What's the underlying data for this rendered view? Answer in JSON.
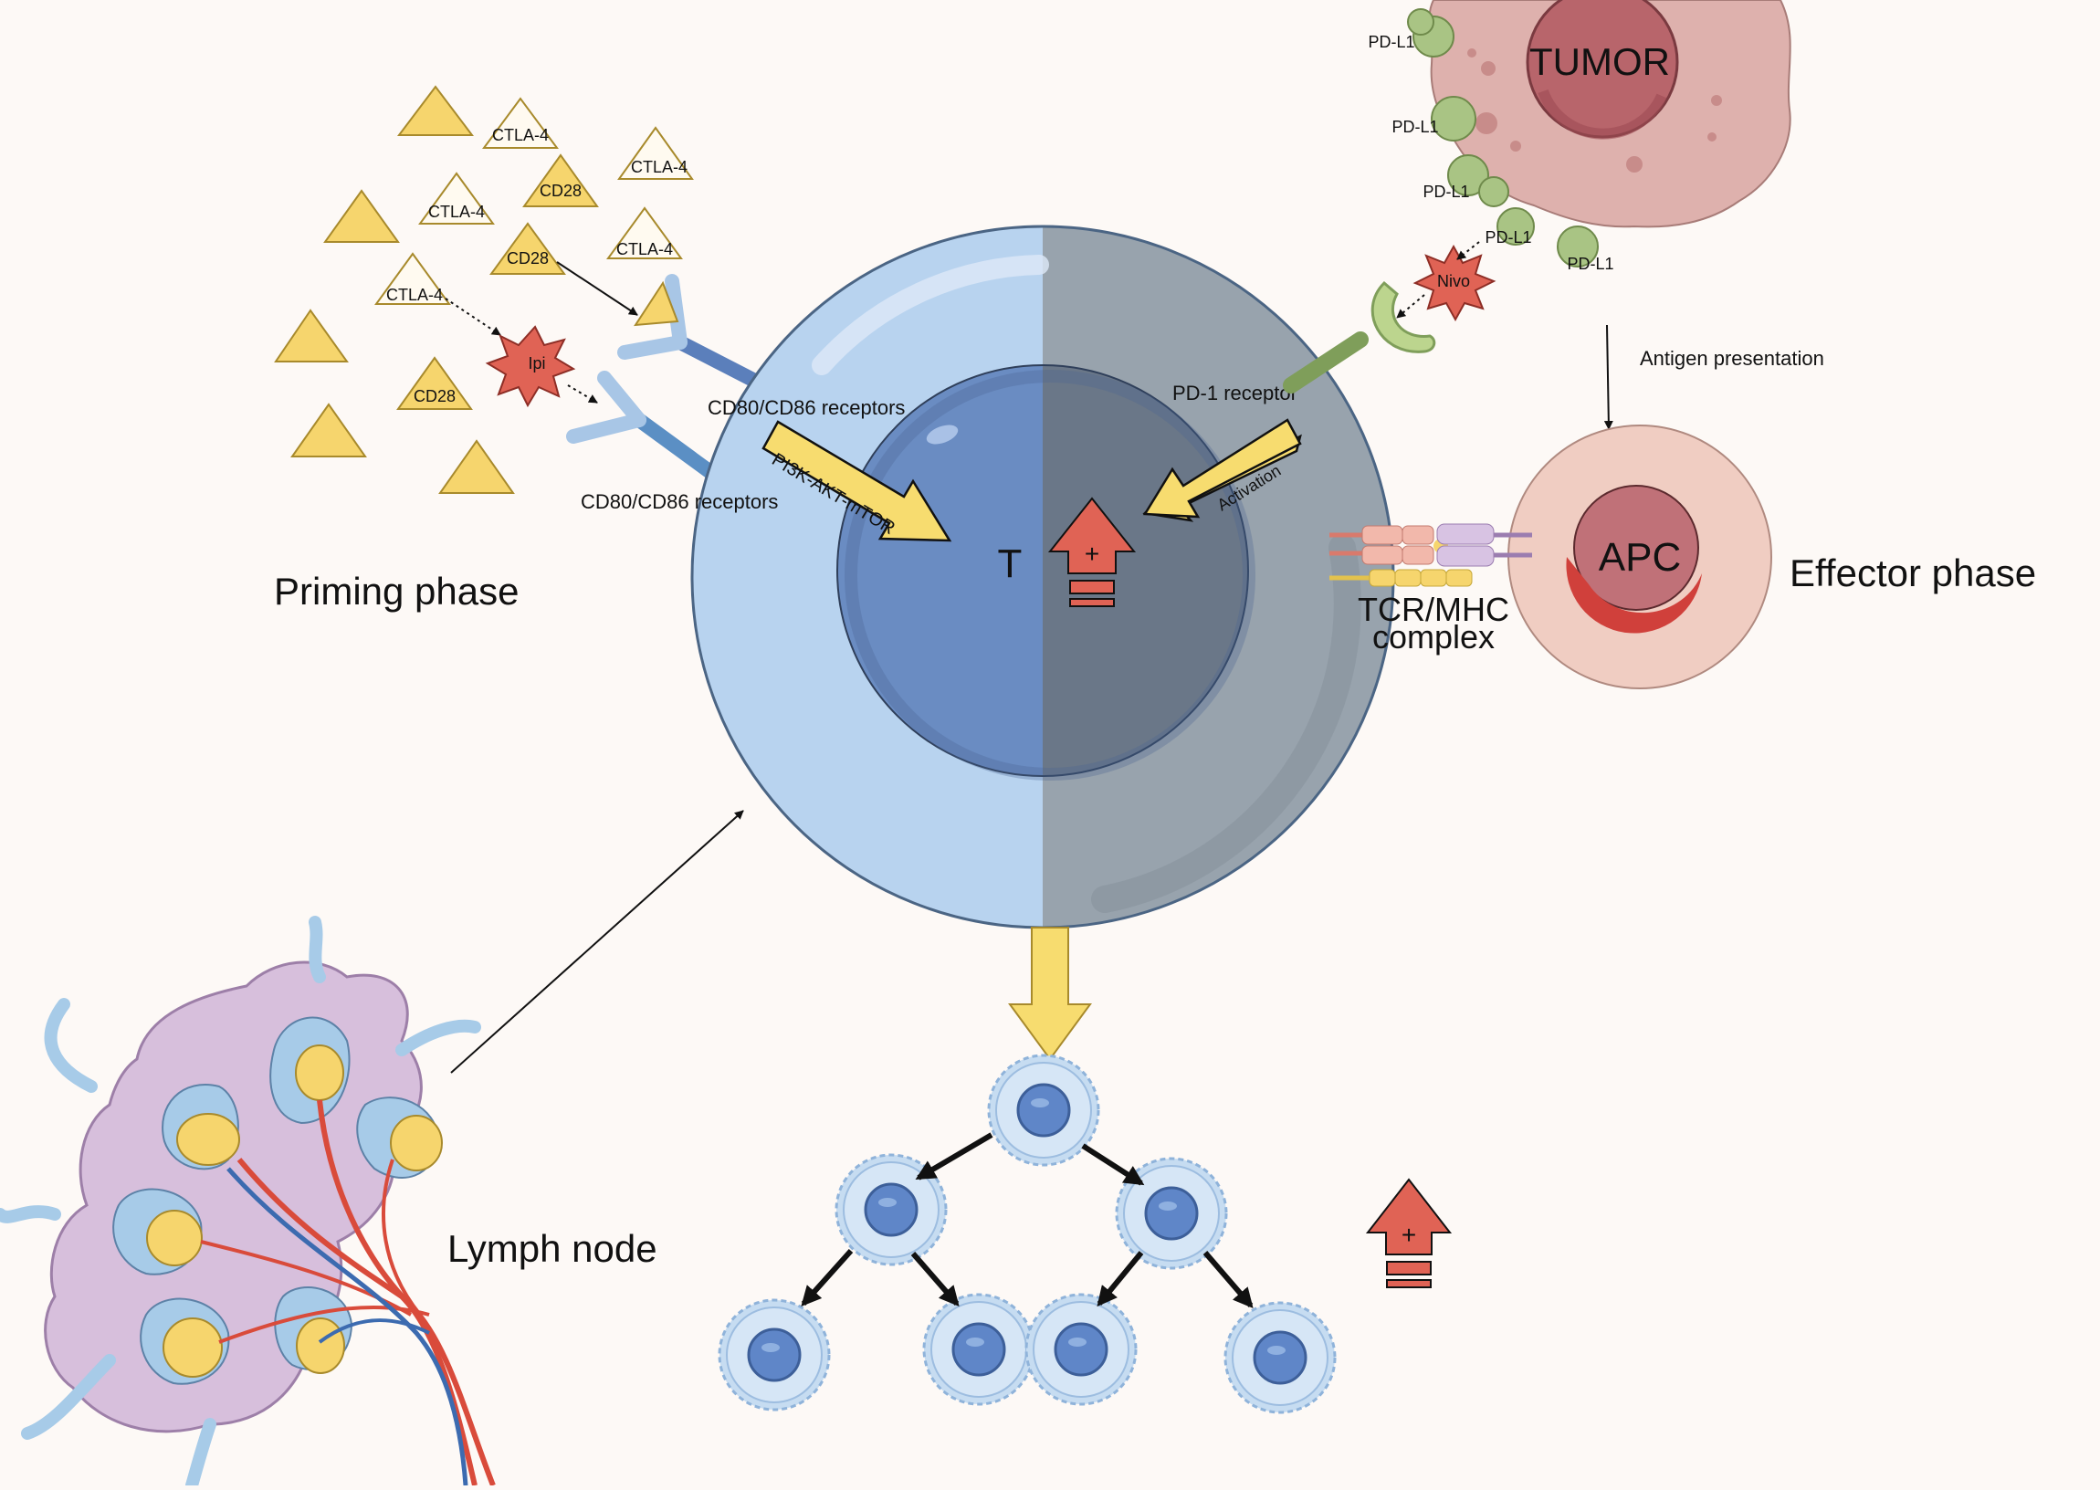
{
  "colors": {
    "background": "#fdf9f6",
    "t_cell_light": "#b8d3ef",
    "t_cell_gray": "#98a3ad",
    "nucleus_blue": "#6a8cc2",
    "nucleus_gray": "#6a7788",
    "arrow_yellow": "#f7dc6f",
    "ligand_yellow": "#f6d56d",
    "drug_red": "#e06355",
    "tumor_pink": "#deb1ad",
    "tumor_nucleus": "#b8656b",
    "pdl1_green": "#a9c484",
    "apc_outer": "#f0cdc2",
    "apc_nucleus": "#c07178",
    "lymph_purple": "#d7bfdc",
    "lymph_blue": "#a7cbe8"
  },
  "labels": {
    "priming_phase": "Priming phase",
    "effector_phase": "Effector phase",
    "lymph_node": "Lymph node",
    "t_cell": "T",
    "tumor": "TUMOR",
    "apc": "APC",
    "cd80_receptors_upper": "CD80/CD86 receptors",
    "cd80_receptors_lower": "CD80/CD86 receptors",
    "pd1_receptor": "PD-1 receptor",
    "pathway": "PI3K-AKT-mTOR",
    "activation": "Activation",
    "tcr_mhc_line1": "TCR/MHC",
    "tcr_mhc_line2": "complex",
    "antigen_presentation": "Antigen presentation",
    "ipi": "Ipi",
    "nivo": "Nivo",
    "plus": "+"
  },
  "ligands": {
    "ctla4": [
      "CTLA-4",
      "CTLA-4",
      "CTLA-4",
      "CTLA-4",
      "CTLA-4"
    ],
    "cd28": [
      "CD28",
      "CD28",
      "CD28"
    ]
  },
  "pdl1": [
    "PD-L1",
    "PD-L1",
    "PD-L1",
    "PD-L1",
    "PD-L1"
  ]
}
